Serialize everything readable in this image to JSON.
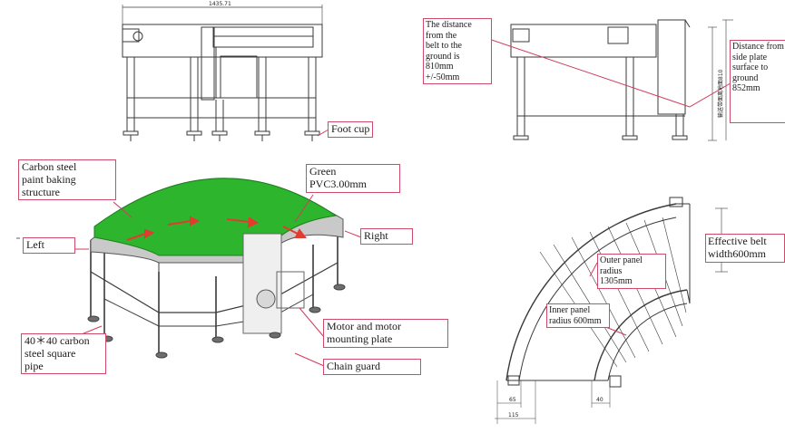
{
  "colors": {
    "line": "#3a3a3a",
    "belt": "#2db52d",
    "arrow": "#e23b2f",
    "callout_border": "#d04a6a",
    "callout_line": "#d23c5c"
  },
  "dimensions": {
    "overall_length": "1435.71",
    "height_vertical": "输送带面离地面810",
    "dim_65": "65",
    "dim_115": "115",
    "dim_40": "40"
  },
  "callouts": {
    "foot_cup": "Foot cup",
    "belt_ground_distance": [
      "The distance",
      "from the",
      "belt to the",
      "ground is",
      "810mm",
      "+/-50mm"
    ],
    "side_plate_distance": [
      "Distance from",
      "side plate",
      "surface to",
      "ground",
      "852mm"
    ],
    "carbon_steel": [
      "Carbon steel",
      "paint baking",
      "structure"
    ],
    "green_pvc": [
      "Green",
      "PVC3.00mm"
    ],
    "left": "Left",
    "right": "Right",
    "square_pipe": [
      "40＊40 carbon",
      "steel square",
      "pipe"
    ],
    "motor_plate": [
      "Motor and motor",
      "mounting plate"
    ],
    "chain_guard": "Chain guard",
    "outer_radius": [
      "Outer panel",
      "radius",
      "1305mm"
    ],
    "inner_radius": [
      "Inner panel",
      "radius 600mm"
    ],
    "belt_width": [
      "Effective belt",
      "width600mm"
    ]
  }
}
